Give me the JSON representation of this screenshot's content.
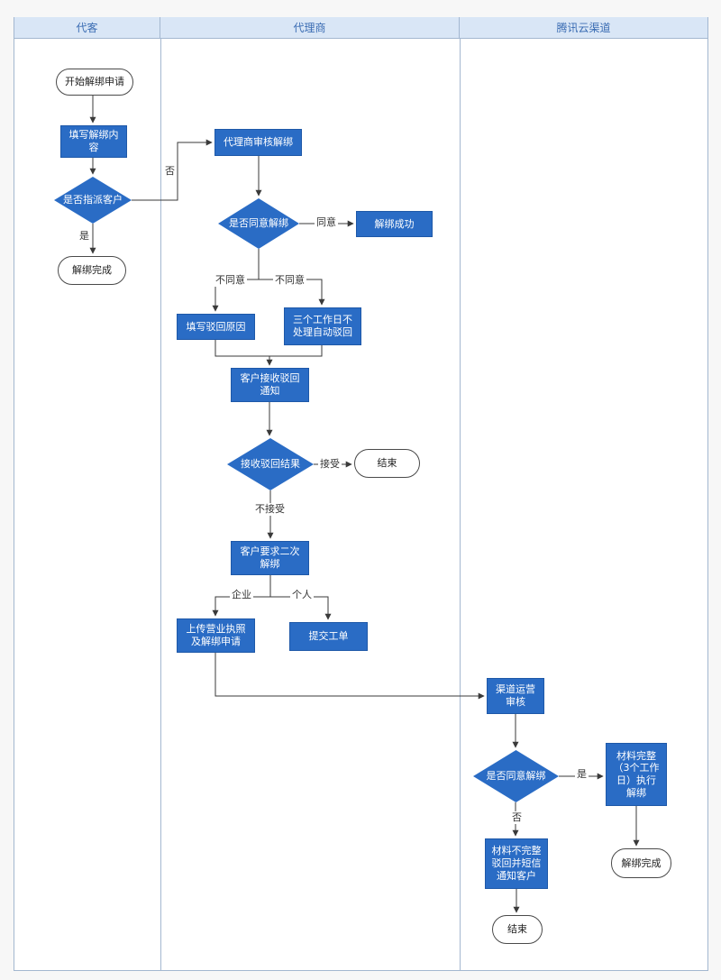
{
  "lanes": [
    {
      "title": "代客"
    },
    {
      "title": "代理商"
    },
    {
      "title": "腾讯云渠道"
    }
  ],
  "nodes": {
    "start": "开始解绑申请",
    "fill_unbind": "填写解绑内容",
    "assign_customer": "是否指派客户",
    "unbind_done_1": "解绑完成",
    "agent_review": "代理商审核解绑",
    "agree_unbind_1": "是否同意解绑",
    "unbind_success": "解绑成功",
    "fill_reject_reason": "填写驳回原因",
    "auto_reject": "三个工作日不处理自动驳回",
    "receive_notice": "客户接收驳回通知",
    "receive_result": "接收驳回结果",
    "end_1": "结束",
    "second_unbind": "客户要求二次解绑",
    "upload_license": "上传营业执照及解绑申请",
    "submit_ticket": "提交工单",
    "channel_review": "渠道运营审核",
    "agree_unbind_2": "是否同意解绑",
    "material_complete": "材料完整（3个工作日）执行解绑",
    "unbind_done_2": "解绑完成",
    "material_incomplete": "材料不完整驳回并短信通知客户",
    "end_2": "结束"
  },
  "edge_labels": {
    "no_1": "否",
    "yes_1": "是",
    "agree": "同意",
    "disagree_left": "不同意",
    "disagree_right": "不同意",
    "accept": "接受",
    "not_accept": "不接受",
    "enterprise": "企业",
    "individual": "个人",
    "yes_2": "是",
    "no_2": "否"
  },
  "colors": {
    "shape_fill": "#2a6cc5",
    "shape_border": "#1e58a8",
    "header_bg": "#d9e6f6",
    "header_text": "#3a6cb3",
    "lane_border": "#a3b7d0",
    "connector": "#3a3a3a"
  }
}
